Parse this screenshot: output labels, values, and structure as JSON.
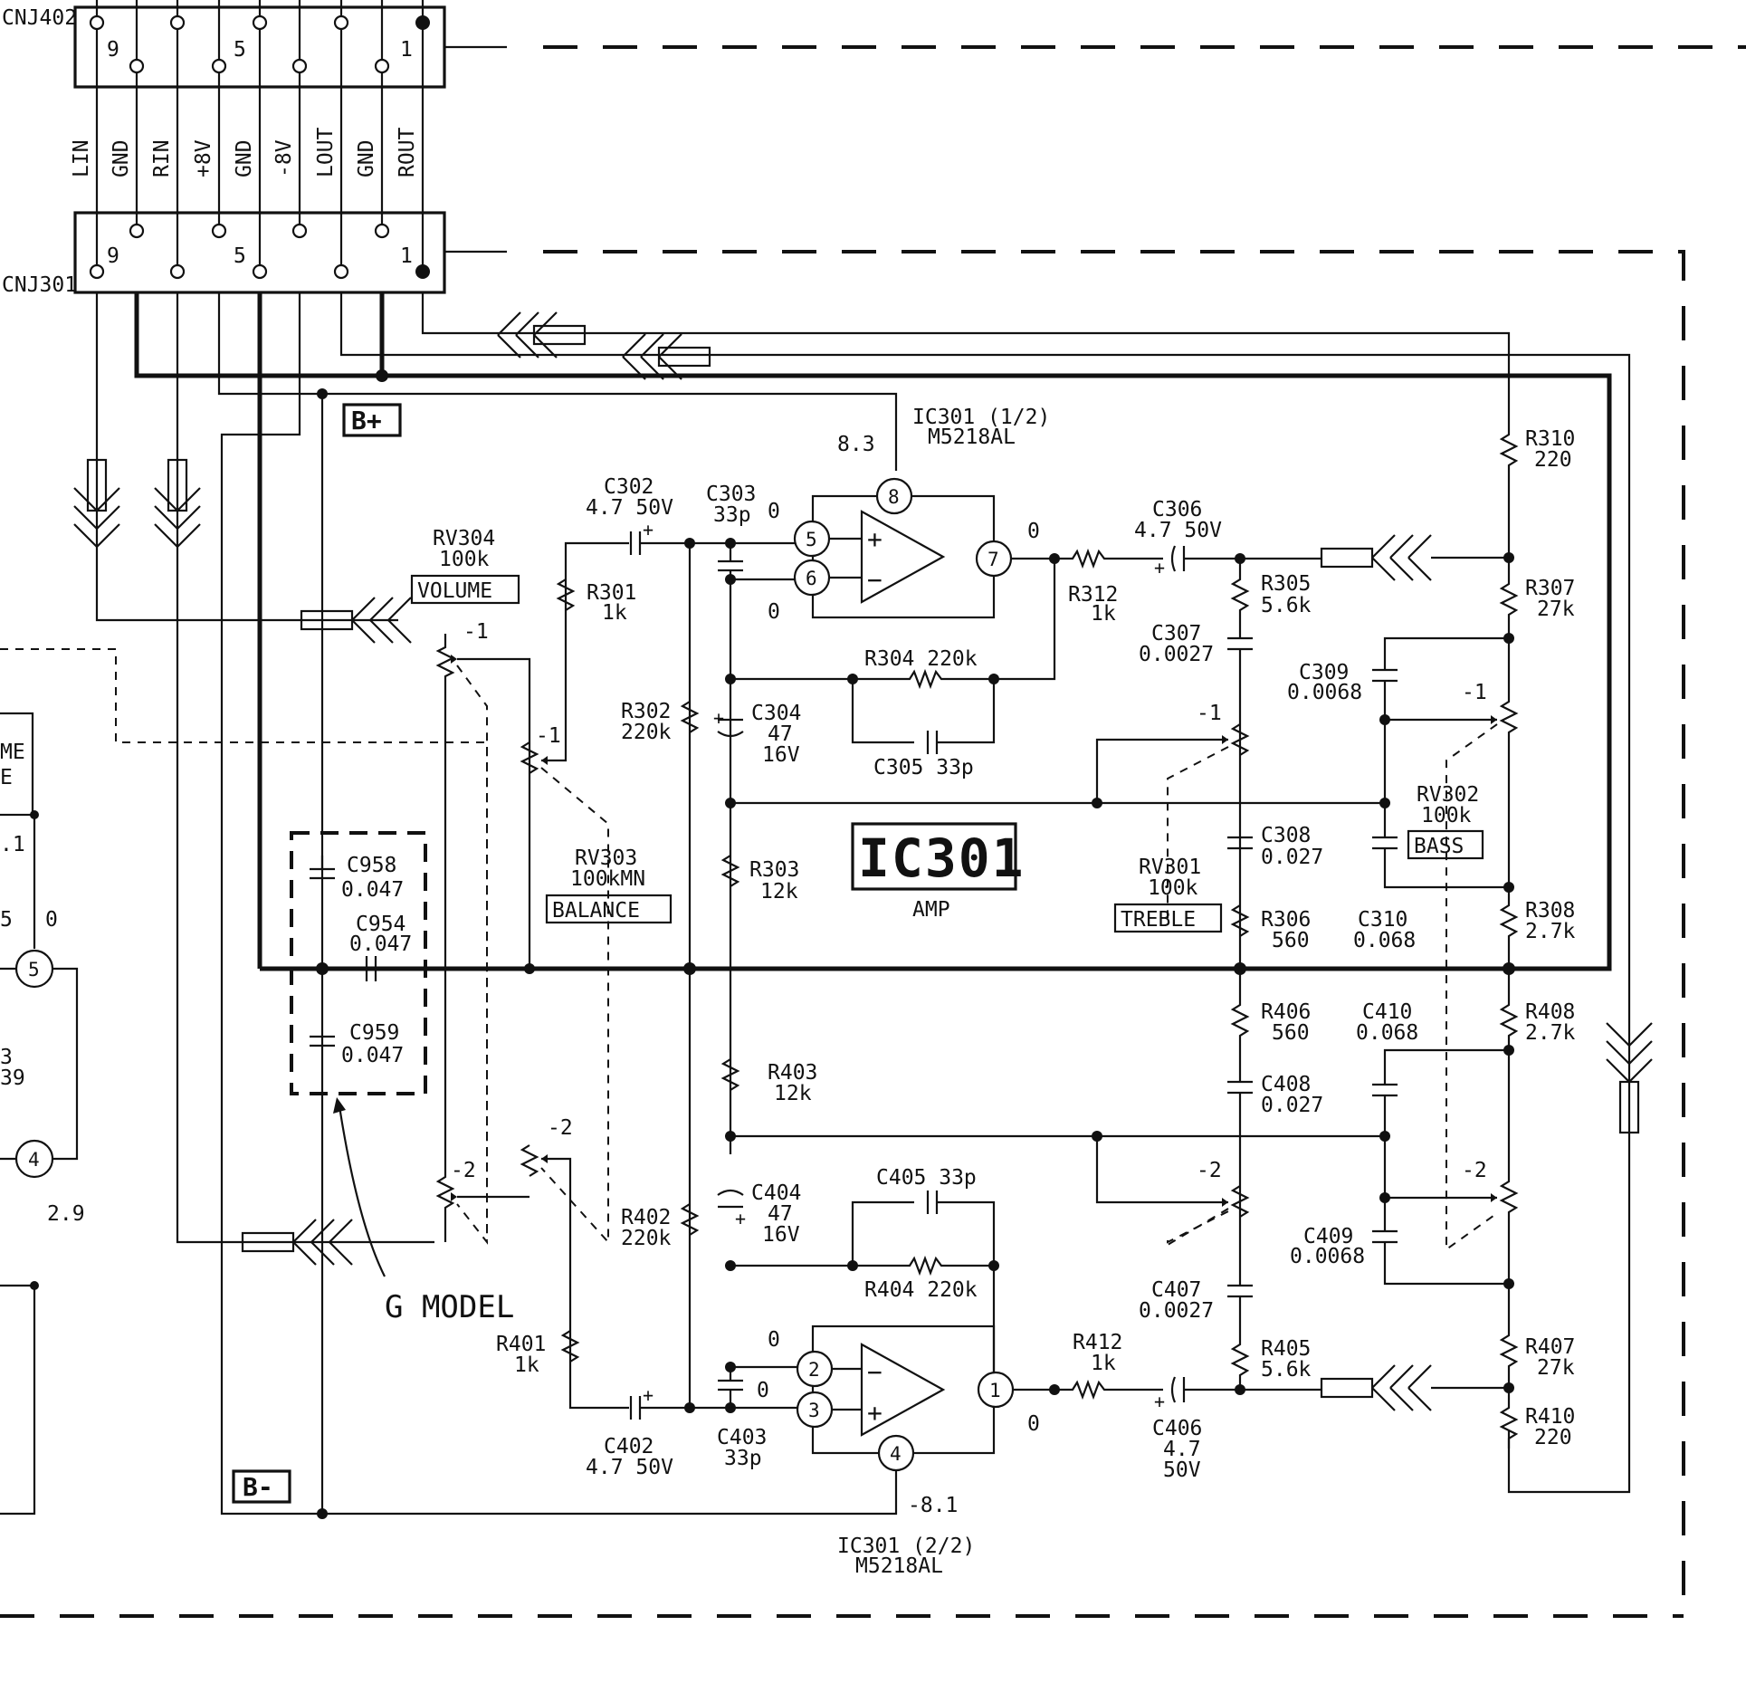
{
  "connectors": {
    "cnj402": {
      "ref": "CNJ402",
      "pin_first": "9",
      "pin_mid": "5",
      "pin_last": "1"
    },
    "cnj301": {
      "ref": "CNJ301",
      "pin_first": "9",
      "pin_mid": "5",
      "pin_last": "1"
    },
    "signals": [
      "LIN",
      "GND",
      "RIN",
      "+8V",
      "GND",
      "-8V",
      "LOUT",
      "GND",
      "ROUT"
    ]
  },
  "supply": {
    "bplus": "B+",
    "bminus": "B-"
  },
  "ic": {
    "main": "IC301",
    "sub": "AMP",
    "half1_ref": "IC301 (1/2)",
    "half1_part": "M5218AL",
    "half2_ref": "IC301 (2/2)",
    "half2_part": "M5218AL",
    "pins": {
      "p1": "1",
      "p2": "2",
      "p3": "3",
      "p4": "4",
      "p5": "5",
      "p6": "6",
      "p7": "7",
      "p8": "8"
    },
    "opamp_plus": "+",
    "opamp_minus": "−"
  },
  "voltages": {
    "v8_3": "8.3",
    "v_8_1": "-8.1",
    "z_p5": "0",
    "z_p6": "0",
    "z_p7": "0",
    "z_p2": "0",
    "z_p3": "0",
    "z_p1": "0",
    "rv304_a": "-1",
    "rv304_b": "-2",
    "rv303_a": "-1",
    "rv303_b": "-2",
    "rv301_a": "-1",
    "rv301_b": "-2",
    "rv302_a": "-1",
    "rv302_b": "-2",
    "left_5": "5",
    "left_0": "0",
    "left_2_9": "2.9",
    "left_dot1": ".1"
  },
  "left_partial": {
    "l1": "ME",
    "l2": "E",
    "l3": "3",
    "l4": "39",
    "pin5": "5",
    "pin4": "4"
  },
  "controls": {
    "volume": {
      "ref": "RV304",
      "value": "100k",
      "name": "VOLUME"
    },
    "balance": {
      "ref": "RV303",
      "value": "100kMN",
      "name": "BALANCE"
    },
    "treble": {
      "ref": "RV301",
      "value": "100k",
      "name": "TREBLE"
    },
    "bass": {
      "ref": "RV302",
      "value": "100k",
      "name": "BASS"
    }
  },
  "components": {
    "c302": {
      "ref": "C302",
      "value": "4.7 50V"
    },
    "c303": {
      "ref": "C303",
      "value": "33p"
    },
    "c304": {
      "ref": "C304",
      "v1": "47",
      "v2": "16V"
    },
    "c305": {
      "ref": "C305 33p"
    },
    "c306": {
      "ref": "C306",
      "value": "4.7 50V"
    },
    "c307": {
      "ref": "C307",
      "value": "0.0027"
    },
    "c308": {
      "ref": "C308",
      "value": "0.027"
    },
    "c309": {
      "ref": "C309",
      "value": "0.0068"
    },
    "c310": {
      "ref": "C310",
      "value": "0.068"
    },
    "r301": {
      "ref": "R301",
      "value": "1k"
    },
    "r302": {
      "ref": "R302",
      "value": "220k"
    },
    "r303": {
      "ref": "R303",
      "value": "12k"
    },
    "r304": {
      "ref": "R304 220k"
    },
    "r305": {
      "ref": "R305",
      "value": "5.6k"
    },
    "r306": {
      "ref": "R306",
      "value": "560"
    },
    "r307": {
      "ref": "R307",
      "value": "27k"
    },
    "r308": {
      "ref": "R308",
      "value": "2.7k"
    },
    "r310": {
      "ref": "R310",
      "value": "220"
    },
    "r312": {
      "ref": "R312",
      "value": "1k"
    },
    "c402": {
      "ref": "C402",
      "value": "4.7 50V"
    },
    "c403": {
      "ref": "C403",
      "value": "33p"
    },
    "c404": {
      "ref": "C404",
      "v1": "47",
      "v2": "16V"
    },
    "c405": {
      "ref": "C405 33p"
    },
    "c406": {
      "ref": "C406",
      "v1": "4.7",
      "v2": "50V"
    },
    "c407": {
      "ref": "C407",
      "value": "0.0027"
    },
    "c408": {
      "ref": "C408",
      "value": "0.027"
    },
    "c409": {
      "ref": "C409",
      "value": "0.0068"
    },
    "c410": {
      "ref": "C410",
      "value": "0.068"
    },
    "r401": {
      "ref": "R401",
      "value": "1k"
    },
    "r402": {
      "ref": "R402",
      "value": "220k"
    },
    "r403": {
      "ref": "R403",
      "value": "12k"
    },
    "r404": {
      "ref": "R404 220k"
    },
    "r405": {
      "ref": "R405",
      "value": "5.6k"
    },
    "r406": {
      "ref": "R406",
      "value": "560"
    },
    "r407": {
      "ref": "R407",
      "value": "27k"
    },
    "r408": {
      "ref": "R408",
      "value": "2.7k"
    },
    "r410": {
      "ref": "R410",
      "value": "220"
    },
    "r412": {
      "ref": "R412",
      "value": "1k"
    },
    "c954": {
      "ref": "C954",
      "value": "0.047"
    },
    "c958": {
      "ref": "C958",
      "value": "0.047"
    },
    "c959": {
      "ref": "C959",
      "value": "0.047"
    }
  },
  "notes": {
    "g_model": "G MODEL"
  }
}
